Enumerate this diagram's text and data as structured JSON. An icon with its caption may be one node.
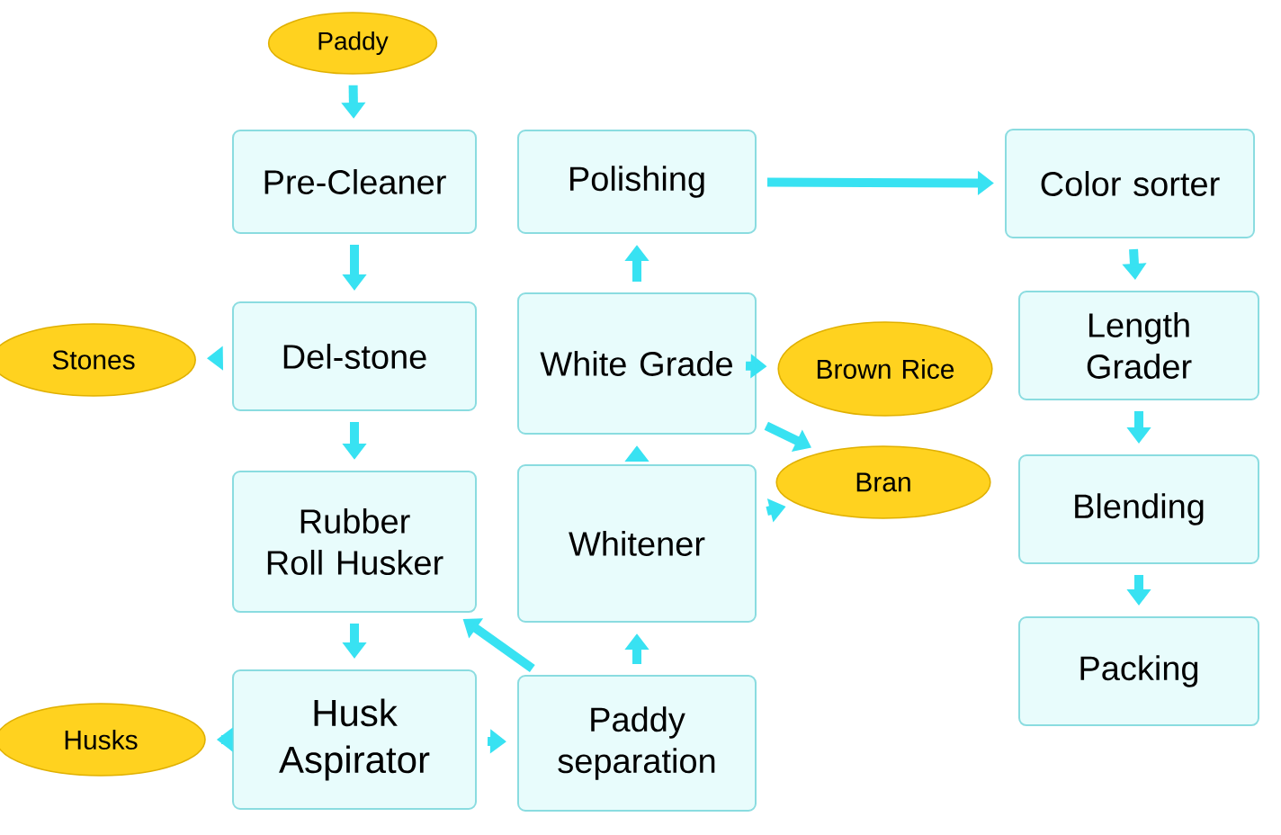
{
  "diagram": {
    "nodes": [
      {
        "text": [
          "Paddy"
        ]
      },
      {
        "text": [
          "Pre-Cleaner"
        ]
      },
      {
        "text": [
          "Del-stone"
        ]
      },
      {
        "text": [
          "Stones"
        ]
      },
      {
        "text": [
          "Rubber Roll Husker"
        ]
      },
      {
        "text": [
          "Husk Aspirator"
        ]
      },
      {
        "text": [
          "Husks"
        ]
      },
      {
        "text": [
          "Paddy separation"
        ]
      },
      {
        "text": [
          "Whitener"
        ]
      },
      {
        "text": [
          "White Grade"
        ]
      },
      {
        "text": [
          "Brown Rice"
        ]
      },
      {
        "text": [
          "Bran"
        ]
      },
      {
        "text": [
          "Polishing"
        ]
      },
      {
        "text": [
          "Color sorter"
        ]
      },
      {
        "text": [
          "Length Grader"
        ]
      },
      {
        "text": [
          "Blending"
        ]
      },
      {
        "text": [
          "Packing"
        ]
      }
    ],
    "edges": [
      {
        "from": 0,
        "to": 1,
        "arrow": "to"
      },
      {
        "from": 1,
        "to": 2,
        "arrow": "to"
      },
      {
        "from": 2,
        "to": 3,
        "arrow": "to"
      },
      {
        "from": 2,
        "to": 4,
        "arrow": "to"
      },
      {
        "from": 4,
        "to": 5,
        "arrow": "to"
      },
      {
        "from": 5,
        "to": 6,
        "arrow": "to"
      },
      {
        "from": 5,
        "to": 7,
        "arrow": "to"
      },
      {
        "from": 7,
        "to": 4,
        "arrow": "to"
      },
      {
        "from": 7,
        "to": 8,
        "arrow": "to"
      },
      {
        "from": 8,
        "to": 9,
        "arrow": "to"
      },
      {
        "from": 8,
        "to": 11,
        "arrow": "to"
      },
      {
        "from": 9,
        "to": 10,
        "arrow": "to"
      },
      {
        "from": 9,
        "to": 11,
        "arrow": "to"
      },
      {
        "from": 9,
        "to": 12,
        "arrow": "to"
      },
      {
        "from": 12,
        "to": 13,
        "arrow": "to"
      },
      {
        "from": 13,
        "to": 14,
        "arrow": "to"
      },
      {
        "from": 14,
        "to": 15,
        "arrow": "to"
      },
      {
        "from": 15,
        "to": 16,
        "arrow": "to"
      }
    ]
  }
}
